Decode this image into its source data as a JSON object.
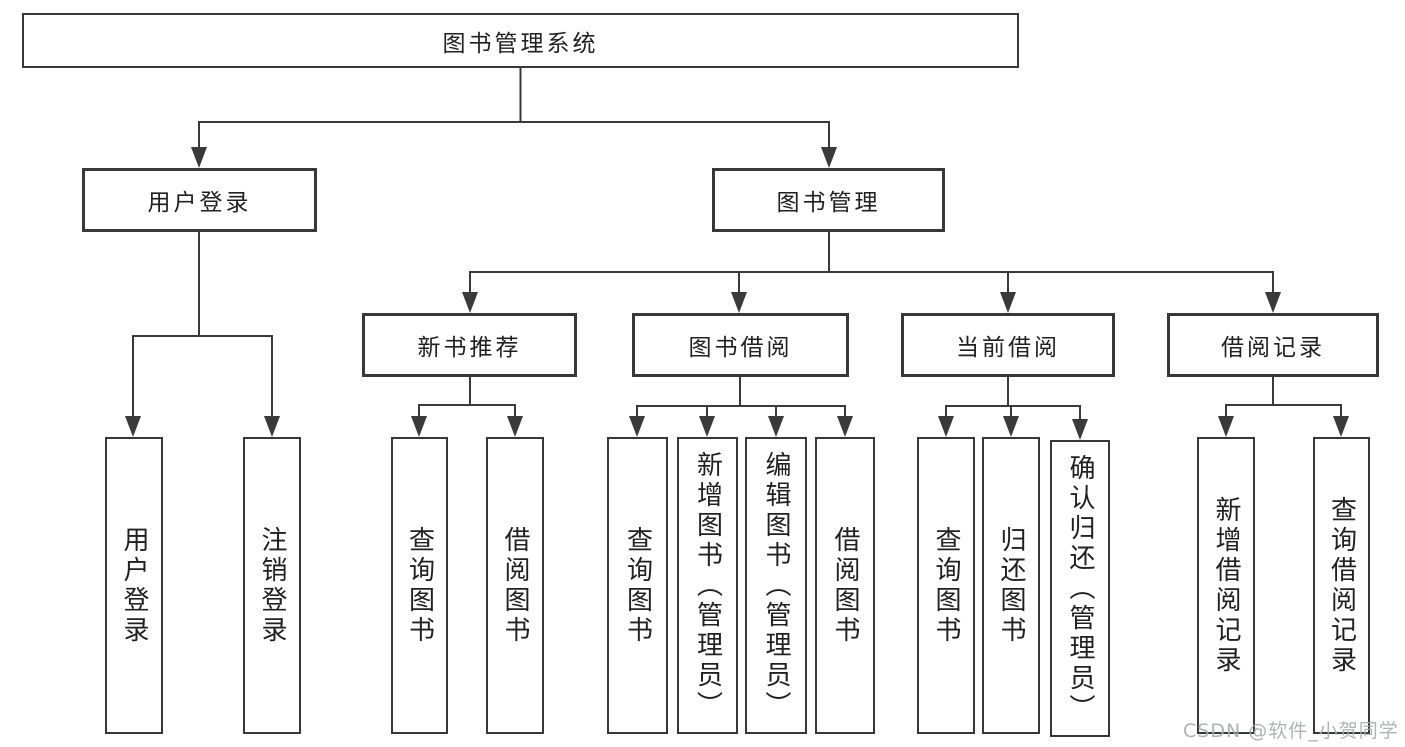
{
  "watermark": "CSDN @软件_小贺同学",
  "colors": {
    "line": "#3a3a3a",
    "text": "#212121",
    "watermark": "#a8adb2",
    "background": "#ffffff"
  },
  "root": {
    "label": "图书管理系统"
  },
  "login": {
    "label": "用户登录",
    "children": [
      {
        "label": "用户登录"
      },
      {
        "label": "注销登录"
      }
    ]
  },
  "mgmt": {
    "label": "图书管理",
    "children": [
      {
        "label": "新书推荐",
        "children": [
          {
            "label": "查询图书"
          },
          {
            "label": "借阅图书"
          }
        ]
      },
      {
        "label": "图书借阅",
        "children": [
          {
            "label": "查询图书"
          },
          {
            "label": "新增图书（管理员）"
          },
          {
            "label": "编辑图书（管理员）"
          },
          {
            "label": "借阅图书"
          }
        ]
      },
      {
        "label": "当前借阅",
        "children": [
          {
            "label": "查询图书"
          },
          {
            "label": "归还图书"
          },
          {
            "label": "确认归还（管理员）"
          }
        ]
      },
      {
        "label": "借阅记录",
        "children": [
          {
            "label": "新增借阅记录"
          },
          {
            "label": "查询借阅记录"
          }
        ]
      }
    ]
  }
}
